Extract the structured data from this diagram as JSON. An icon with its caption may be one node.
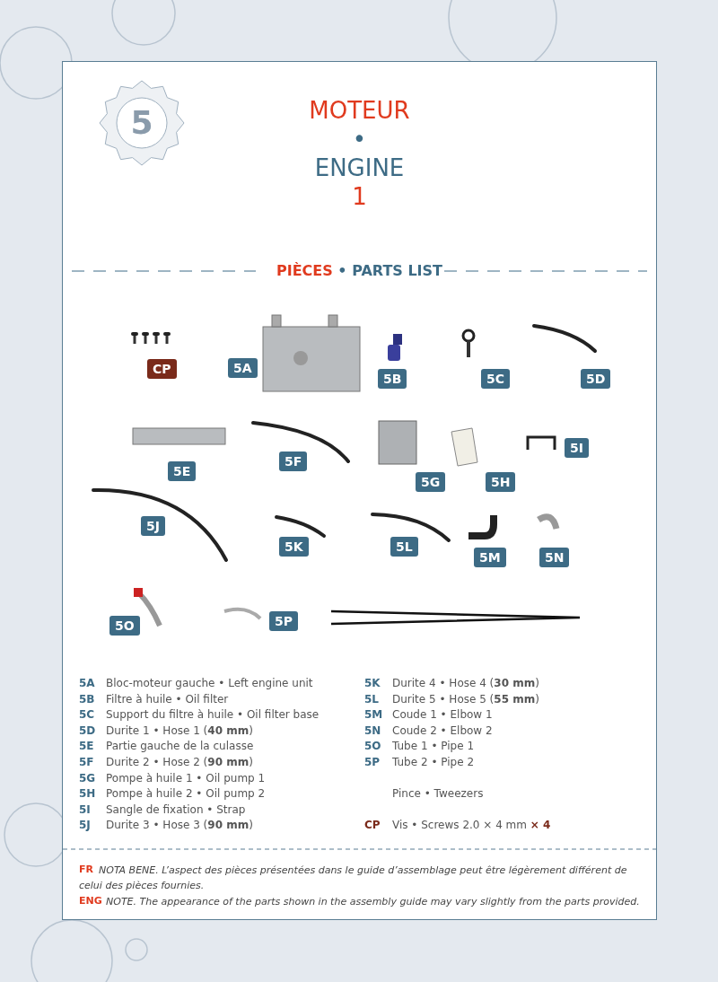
{
  "diagram": {
    "title": "MOTEUR • ENGINE 1",
    "nodes": [
      {
        "text": [
          "5"
        ]
      },
      {
        "text": [
          "CP"
        ]
      },
      {
        "text": [
          "5A"
        ]
      },
      {
        "text": [
          "5B"
        ]
      },
      {
        "text": [
          "5C"
        ]
      },
      {
        "text": [
          "5D"
        ]
      },
      {
        "text": [
          "5E"
        ]
      },
      {
        "text": [
          "5F"
        ]
      },
      {
        "text": [
          "5G"
        ]
      },
      {
        "text": [
          "5H"
        ]
      },
      {
        "text": [
          "5I"
        ]
      },
      {
        "text": [
          "5J"
        ]
      },
      {
        "text": [
          "5K"
        ]
      },
      {
        "text": [
          "5L"
        ]
      },
      {
        "text": [
          "5M"
        ]
      },
      {
        "text": [
          "5N"
        ]
      },
      {
        "text": [
          "5O"
        ]
      },
      {
        "text": [
          "5P"
        ]
      }
    ],
    "labels": [
      "PIÈCES • PARTS LIST",
      "5A",
      "Bloc-moteur gauche • Left engine unit",
      "5B",
      "Filtre à huile • Oil filter",
      "5C",
      "Support du filtre à huile • Oil filter base",
      "5D",
      "Durite 1 • Hose 1 (**40 mm**)",
      "5E",
      "Partie gauche de la culasse",
      "5F",
      "Durite 2 • Hose 2 (**90 mm**)",
      "5G",
      "Pompe à huile 1 • Oil pump 1",
      "5H",
      "Pompe à huile 2 • Oil pump 2",
      "5I",
      "Sangle de fixation • Strap",
      "5J",
      "Durite 3 • Hose 3 (**90 mm**)",
      "5K",
      "Durite 4 • Hose 4 (**30 mm**)",
      "5L",
      "Durite 5 • Hose 5 (**55 mm**)",
      "5M",
      "Coude 1 • Elbow 1",
      "5N",
      "Coude 2 • Elbow 2",
      "5O",
      "Tube 1 • Pipe 1",
      "5P",
      "Tube 2 • Pipe 2",
      "Pince • Tweezers",
      "CP",
      "Vis • Screws 2.0 × 4 mm **× 4**",
      "FR",
      "NOTA BENE. L’aspect des pièces présentées dans le guide d’assemblage peut être légèrement différent de celui des pièces fournies.",
      "ENG",
      "NOTE. The appearance of the parts shown in the assembly guide may vary slightly from the parts provided."
    ]
  }
}
